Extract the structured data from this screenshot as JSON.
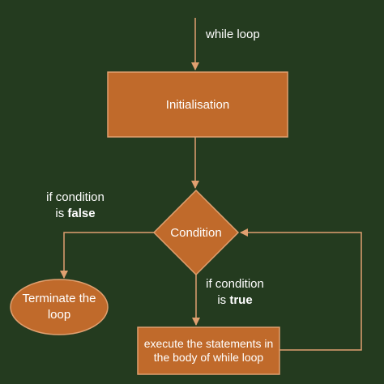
{
  "colors": {
    "background": "#243b1f",
    "node_fill": "#c06a2b",
    "node_stroke": "#e0a070",
    "arrow": "#e0a070",
    "text": "#ffffff"
  },
  "labels": {
    "while_loop": "while loop",
    "initialisation": "Initialisation",
    "condition": "Condition",
    "terminate": "Terminate the loop",
    "body": "execute the statements in the body of while loop",
    "false_prefix": "if condition",
    "false_is": "is ",
    "false_value": "false",
    "true_prefix": "if condition",
    "true_is": "is ",
    "true_value": "true"
  }
}
